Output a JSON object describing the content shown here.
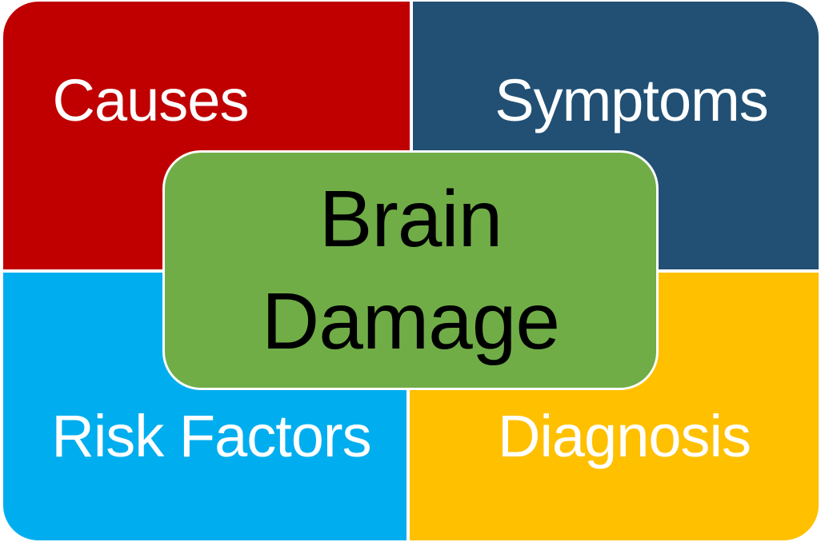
{
  "diagram": {
    "type": "quadrant-diagram",
    "subject": "Brain Damage",
    "center": {
      "label_line1": "Brain",
      "label_line2": "Damage",
      "fill_color": "#70AD47",
      "border_color": "#FDFDFD",
      "text_color": "#000000"
    },
    "quadrants": [
      {
        "id": "causes",
        "label": "Causes",
        "position": "top-left",
        "fill_color": "#C00000",
        "text_color": "#FFFFFF"
      },
      {
        "id": "symptoms",
        "label": "Symptoms",
        "position": "top-right",
        "fill_color": "#215074",
        "text_color": "#FFFFFF"
      },
      {
        "id": "risk-factors",
        "label": "Risk Factors",
        "position": "bottom-left",
        "fill_color": "#00AEEF",
        "text_color": "#FFFFFF"
      },
      {
        "id": "diagnosis",
        "label": "Diagnosis",
        "position": "bottom-right",
        "fill_color": "#FFC000",
        "text_color": "#FFFFFF"
      }
    ],
    "background_color": "#FFFFFF"
  }
}
